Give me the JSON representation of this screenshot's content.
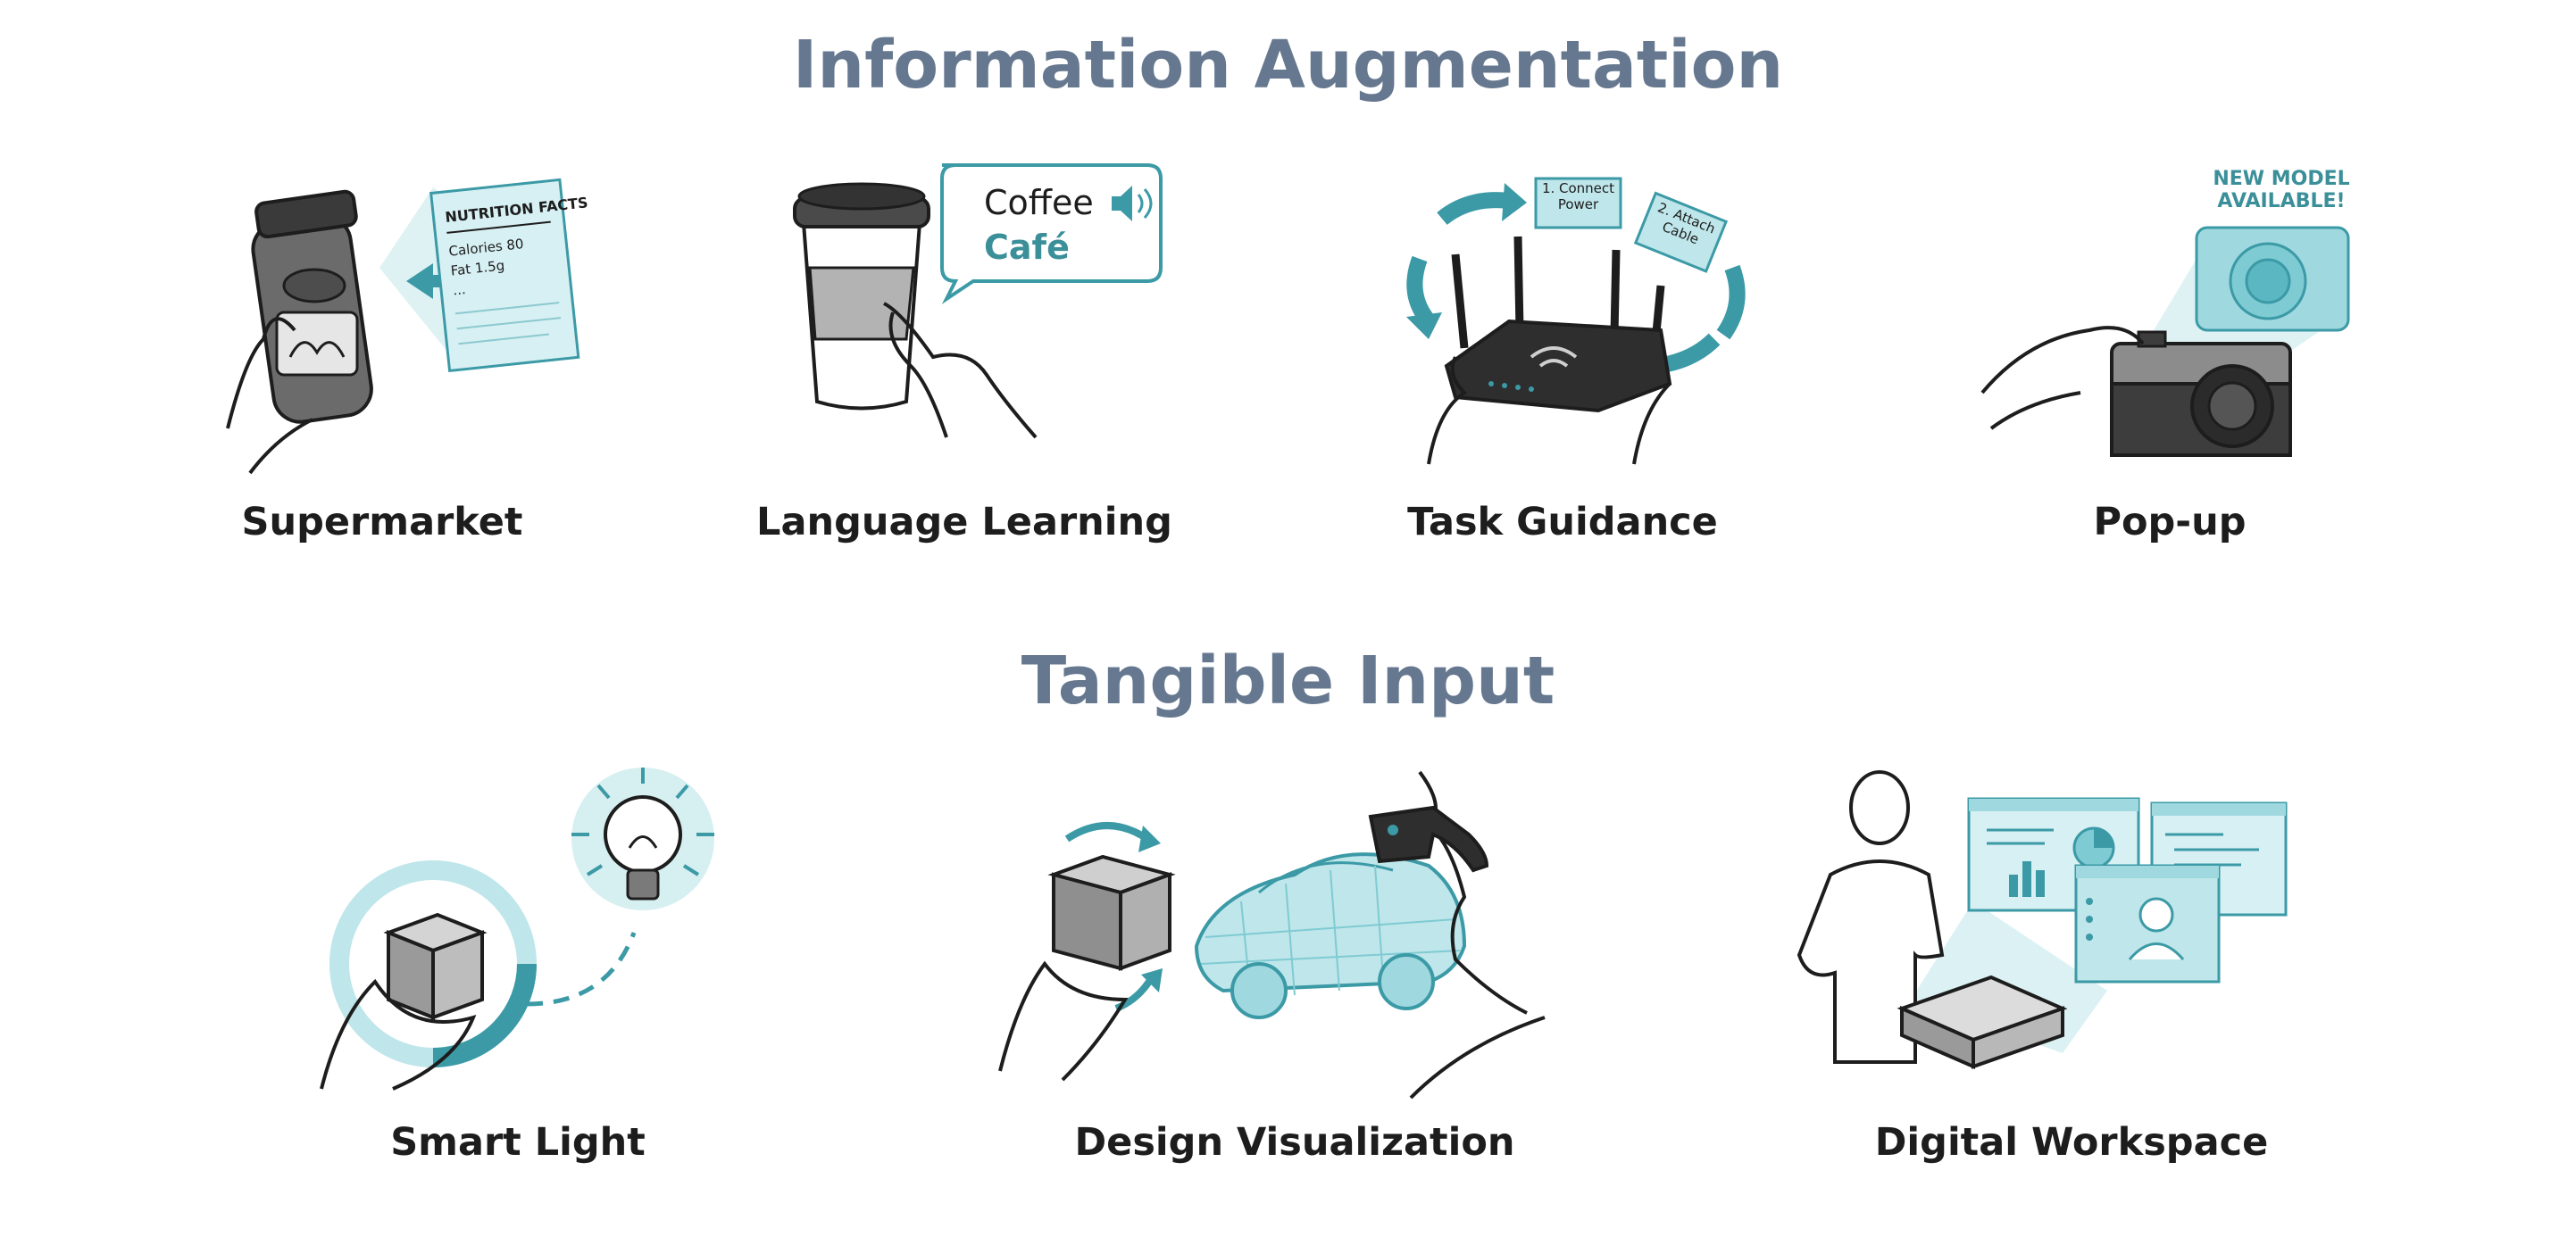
{
  "sections": [
    {
      "title": "Information Augmentation",
      "items": [
        {
          "caption": "Supermarket",
          "overlay": {
            "heading": "NUTRITION FACTS",
            "line1": "Calories 80",
            "line2": "Fat 1.5g",
            "line3": "..."
          }
        },
        {
          "caption": "Language Learning",
          "overlay": {
            "word": "Coffee",
            "translation": "Café"
          }
        },
        {
          "caption": "Task Guidance",
          "overlay": {
            "step1": "1. Connect Power",
            "step2": "2. Attach Cable"
          }
        },
        {
          "caption": "Pop-up",
          "overlay": {
            "banner": "NEW MODEL AVAILABLE!"
          }
        }
      ]
    },
    {
      "title": "Tangible Input",
      "items": [
        {
          "caption": "Smart Light"
        },
        {
          "caption": "Design Visualization"
        },
        {
          "caption": "Digital Workspace"
        }
      ]
    }
  ],
  "colors": {
    "title": "#66788f",
    "caption": "#1d1d1d",
    "accent": "#3b9aa6",
    "accent_light": "#bfe6ea"
  },
  "icons": [
    "jar-icon",
    "nutrition-label-icon",
    "coffee-cup-icon",
    "speaker-icon",
    "router-icon",
    "camera-icon",
    "wooden-cube-icon",
    "light-bulb-icon",
    "wireframe-car-icon",
    "smart-glasses-icon",
    "person-icon",
    "mini-pc-icon",
    "virtual-screen-icon"
  ]
}
